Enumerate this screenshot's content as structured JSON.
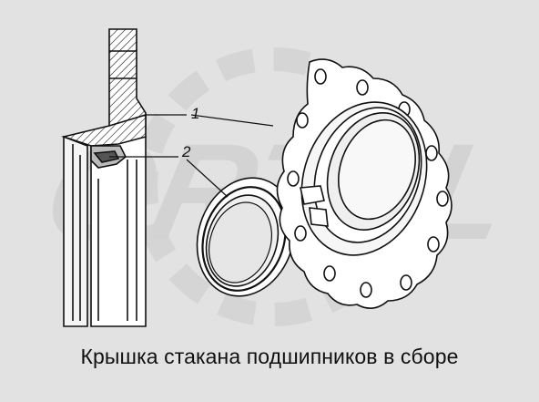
{
  "caption": "Крышка стакана подшипников в сборе",
  "callouts": [
    {
      "id": "1",
      "label": "1"
    },
    {
      "id": "2",
      "label": "2"
    }
  ],
  "watermark": {
    "text": "ORTAL",
    "color": "#d0d0d0"
  },
  "colors": {
    "background": "#e2e2e2",
    "line": "#111111",
    "hatch_fill": "#f4f4f4",
    "part_fill": "#ffffff"
  }
}
